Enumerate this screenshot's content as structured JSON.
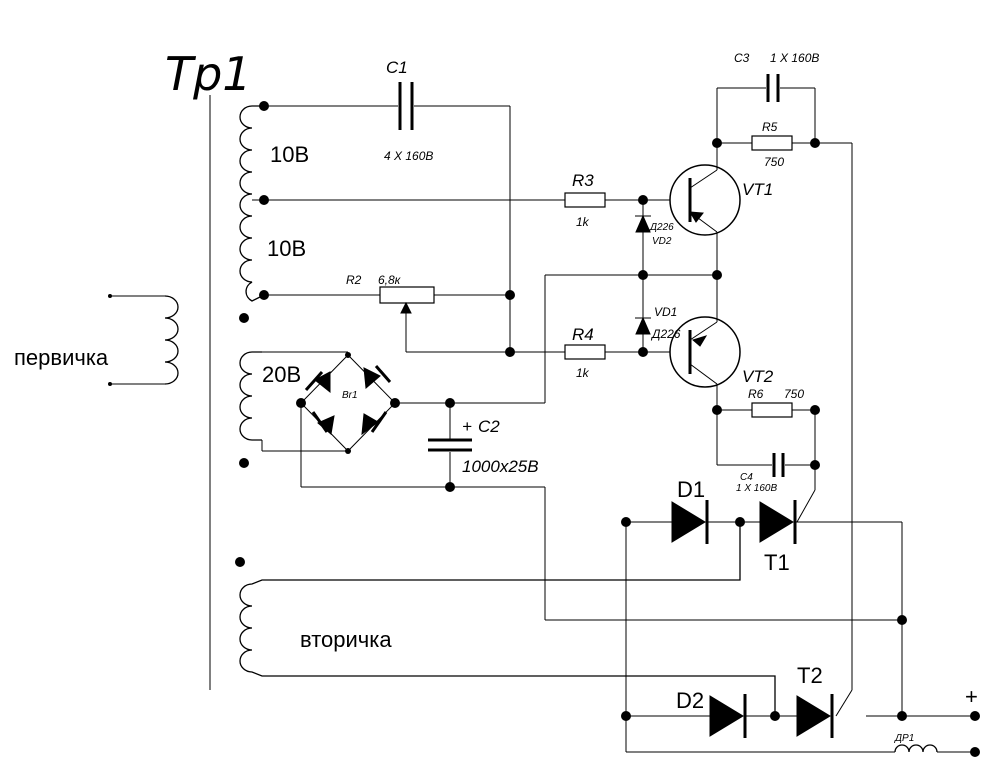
{
  "transformer": {
    "title": "Tp1",
    "primary_label": "первичка",
    "secondary_label": "вторичка",
    "tap1": "10В",
    "tap2": "10В",
    "tap3": "20В"
  },
  "components": {
    "C1": {
      "name": "C1",
      "value": "4 X 160В"
    },
    "C2": {
      "name": "C2",
      "value": "1000x25В",
      "polarity": "+"
    },
    "C3": {
      "name": "C3",
      "value": "1 X 160В"
    },
    "C4": {
      "name": "C4",
      "value": "1 X 160В"
    },
    "R2": {
      "name": "R2",
      "value": "6,8к"
    },
    "R3": {
      "name": "R3",
      "value": "1k"
    },
    "R4": {
      "name": "R4",
      "value": "1k"
    },
    "R5": {
      "name": "R5",
      "value": "750"
    },
    "R6": {
      "name": "R6",
      "value": "750"
    },
    "VT1": {
      "name": "VT1"
    },
    "VT2": {
      "name": "VT2"
    },
    "VD1": {
      "name": "VD1",
      "type": "Д226"
    },
    "VD2": {
      "name": "VD2",
      "type": "Д226"
    },
    "Br1": {
      "name": "Br1"
    },
    "D1": {
      "name": "D1"
    },
    "D2": {
      "name": "D2"
    },
    "T1": {
      "name": "T1"
    },
    "T2": {
      "name": "T2"
    },
    "DR1": {
      "name": "ДР1"
    }
  },
  "outputs": {
    "plus": "+"
  }
}
